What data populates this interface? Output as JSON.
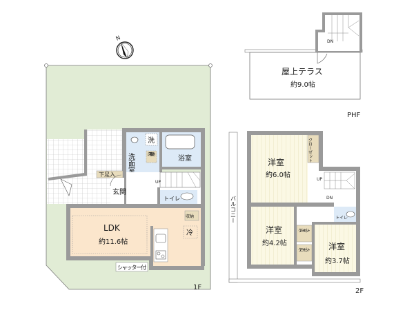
{
  "compass": {
    "label": "N"
  },
  "floors": {
    "first": {
      "label": "1F",
      "rooms": {
        "ldk": {
          "name": "LDK",
          "area": "約11.6帖"
        },
        "washroom": {
          "name": "洗面室"
        },
        "laundry": {
          "name": "洗"
        },
        "underfloor": {
          "name": "床下収納"
        },
        "bath": {
          "name": "浴室"
        },
        "shoe_storage": {
          "name": "下足入"
        },
        "entrance": {
          "name": "玄関"
        },
        "toilet": {
          "name": "トイレ"
        },
        "storage": {
          "name": "収納"
        },
        "fridge": {
          "name": "冷"
        },
        "shutter": {
          "name": "シャッター付"
        },
        "stairs_up": "UP"
      }
    },
    "second": {
      "label": "2F",
      "rooms": {
        "west_room_a": {
          "name": "洋室",
          "area": "約6.0帖"
        },
        "west_room_b": {
          "name": "洋室",
          "area": "約4.2帖"
        },
        "west_room_c": {
          "name": "洋室",
          "area": "約3.7帖"
        },
        "closet_a": {
          "name": "クローゼット"
        },
        "closet_b": {
          "name": "クローゼット"
        },
        "closet_c": {
          "name": "クローゼット"
        },
        "balcony": {
          "name": "バルコニー"
        },
        "toilet": {
          "name": "トイレ"
        },
        "stairs_up": "UP",
        "stairs_dn": "DN"
      }
    },
    "roof": {
      "label": "PHF",
      "rooms": {
        "terrace": {
          "name": "屋上テラス",
          "area": "約9.0帖"
        },
        "stairs_dn": "DN"
      }
    }
  },
  "colors": {
    "garden": "#e1ecd5",
    "ldk_floor": "#fbe6cc",
    "wet_area": "#ddeaf7",
    "storage": "#e8dcbc",
    "wood_floor": "#fbf8e4",
    "wall": "#9a9a9a"
  }
}
